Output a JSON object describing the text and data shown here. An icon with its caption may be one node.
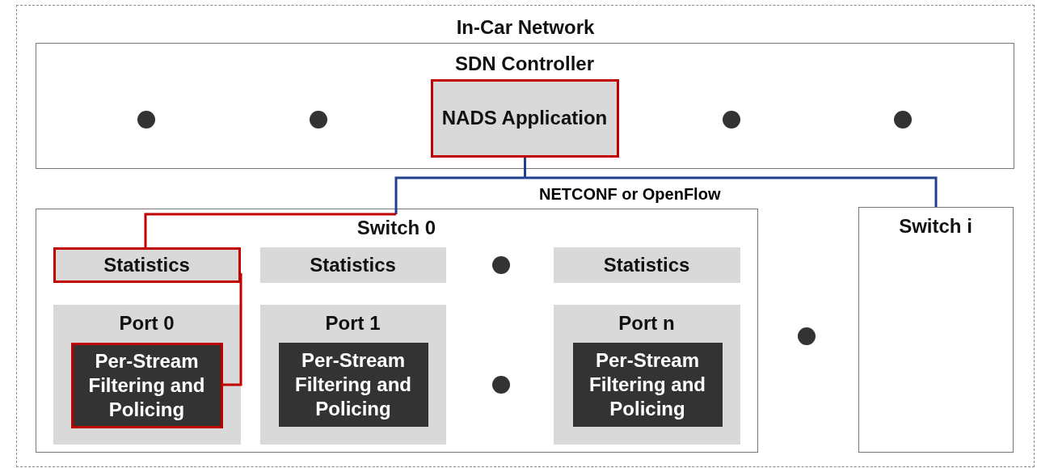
{
  "diagram": {
    "nodes": [
      {
        "text": [
          "In-Car Network"
        ]
      },
      {
        "text": [
          "SDN Controller"
        ],
        "in": 0
      },
      {
        "text": [
          "NADS Application"
        ],
        "in": 1
      },
      {
        "text": [
          "Switch 0"
        ],
        "in": 0
      },
      {
        "text": [
          "Statistics"
        ],
        "in": 3
      },
      {
        "text": [
          "Statistics"
        ],
        "in": 3
      },
      {
        "text": [
          "Statistics"
        ],
        "in": 3
      },
      {
        "text": [
          "Port 0"
        ],
        "in": 3
      },
      {
        "text": [
          "Per-Stream Filtering and Policing"
        ],
        "in": 7
      },
      {
        "text": [
          "Port 1"
        ],
        "in": 3
      },
      {
        "text": [
          "Per-Stream Filtering and Policing"
        ],
        "in": 9
      },
      {
        "text": [
          "Port n"
        ],
        "in": 3
      },
      {
        "text": [
          "Per-Stream Filtering and Policing"
        ],
        "in": 11
      },
      {
        "text": [
          "Switch i"
        ],
        "in": 0
      }
    ],
    "edges": [
      {
        "from": 2,
        "to": 13,
        "arrow": "none",
        "label": "NETCONF or OpenFlow",
        "color": "#1f3f8f"
      },
      {
        "from": 2,
        "to": 4,
        "arrow": "none",
        "color": "#c00000"
      },
      {
        "from": 4,
        "to": 8,
        "arrow": "none",
        "color": "#c00000"
      }
    ]
  }
}
